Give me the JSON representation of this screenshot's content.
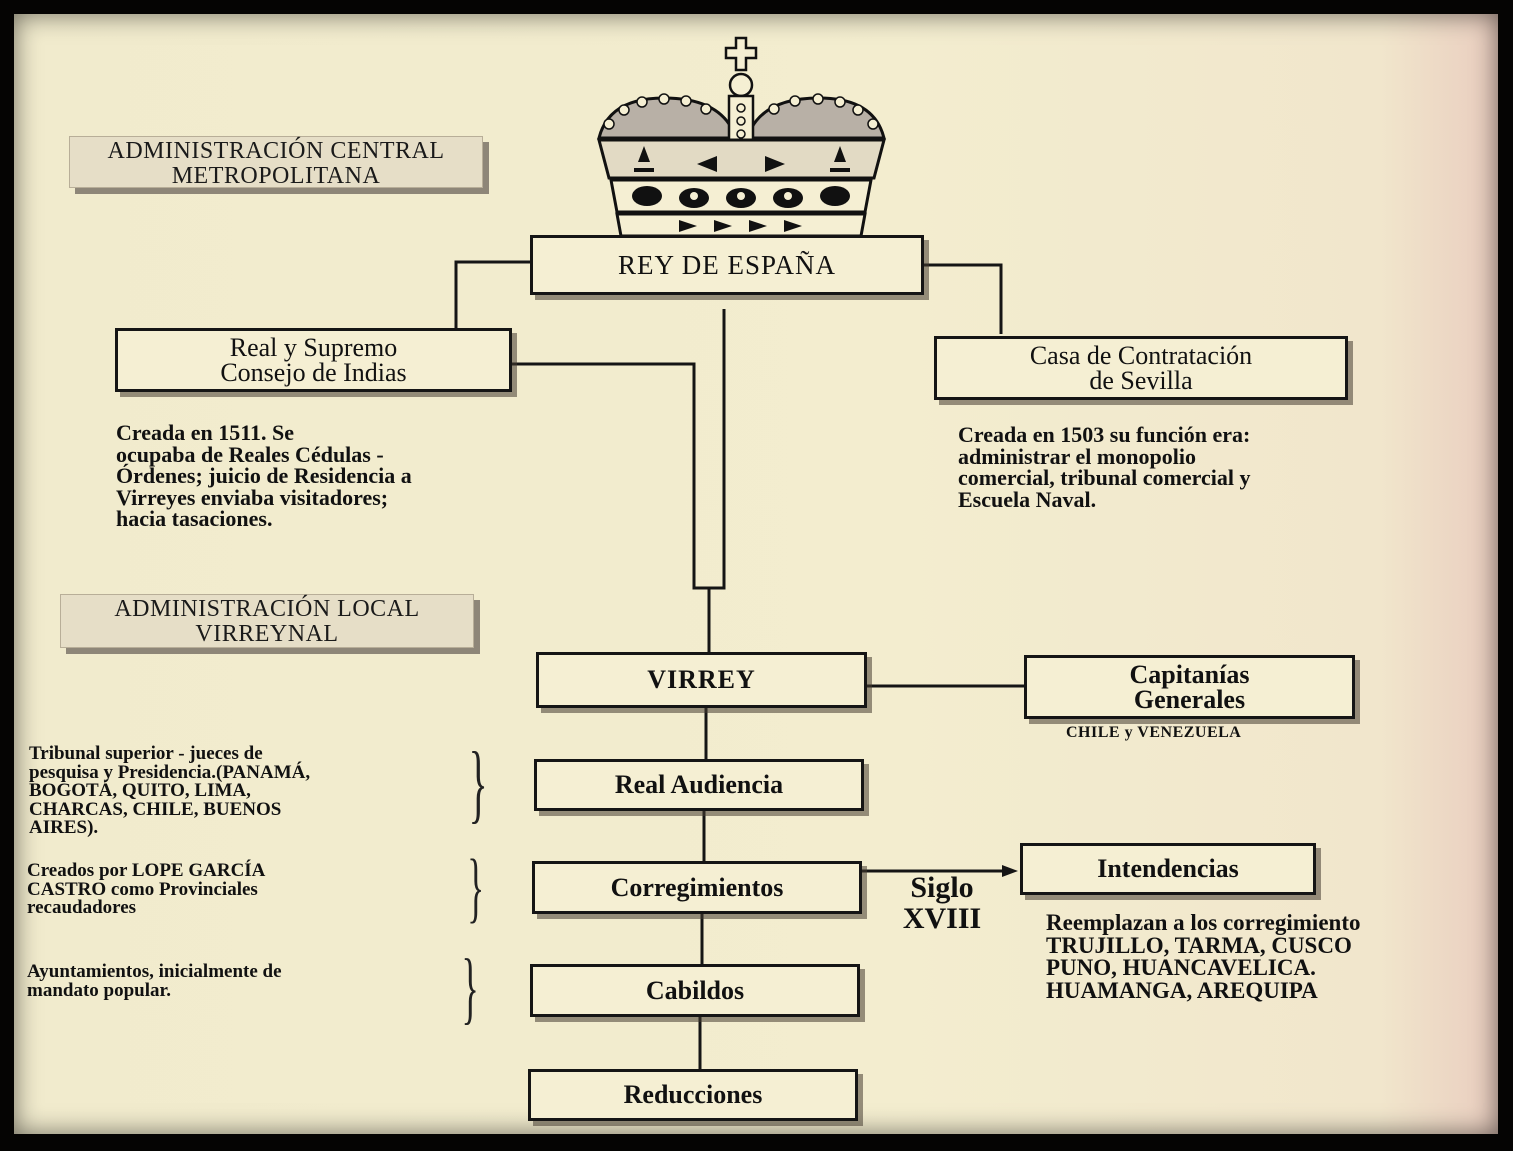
{
  "sections": {
    "central": [
      "ADMINISTRACIÓN CENTRAL",
      "METROPOLITANA"
    ],
    "local": [
      "ADMINISTRACIÓN LOCAL",
      "VIRREYNAL"
    ]
  },
  "boxes": {
    "rey": "REY DE ESPAÑA",
    "consejo": [
      "Real y Supremo",
      "Consejo de Indias"
    ],
    "casa": [
      "Casa de Contratación",
      "de Sevilla"
    ],
    "virrey": "VIRREY",
    "capitanias": [
      "Capitanías",
      "Generales"
    ],
    "audiencia": "Real Audiencia",
    "corregimientos": "Corregimientos",
    "intendencias": "Intendencias",
    "cabildos": "Cabildos",
    "reducciones": "Reducciones"
  },
  "notes": {
    "consejo": "Creada en 1511. Se\nocupaba de Reales Cédulas -\nÓrdenes; juicio de Residencia a\nVirreyes enviaba visitadores;\nhacia tasaciones.",
    "casa": "Creada en 1503 su función era:\nadministrar el monopolio\ncomercial, tribunal comercial y\nEscuela Naval.",
    "capitanias": "CHILE y VENEZUELA",
    "audiencia": "Tribunal superior - jueces de\npesquisa y Presidencia.(PANAMÁ,\nBOGOTÁ, QUITO, LIMA,\nCHARCAS, CHILE, BUENOS\nAIRES).",
    "corregimientos": "Creados por LOPE GARCÍA\nCASTRO como Provinciales\nrecaudadores",
    "cabildos": "Ayuntamientos, inicialmente de\nmandato popular.",
    "intendencias": "Reemplazan a los corregimiento\nTRUJILLO, TARMA, CUSCO\nPUNO, HUANCAVELICA.\nHUAMANGA, AREQUIPA"
  },
  "arrow_label": [
    "Siglo",
    "XVIII"
  ],
  "colors": {
    "paper": "#f3edcf",
    "ink": "#151515",
    "label_bg": "#e6dec7",
    "frame": "#050403"
  },
  "icons": [
    "crown-icon"
  ]
}
